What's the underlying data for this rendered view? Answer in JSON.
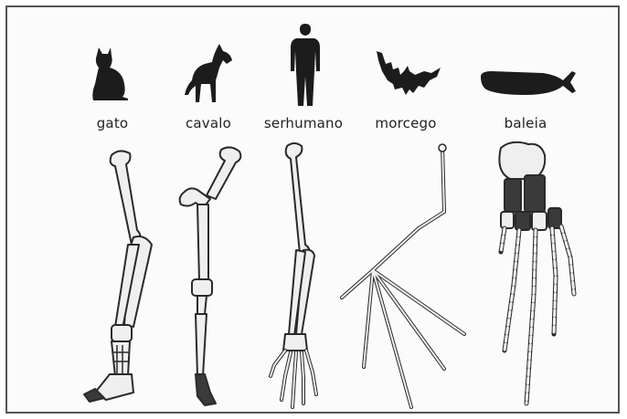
{
  "animals": [
    {
      "id": "cat",
      "label": "gato",
      "icon": "cat-silhouette-icon"
    },
    {
      "id": "horse",
      "label": "cavalo",
      "icon": "horse-silhouette-icon"
    },
    {
      "id": "human",
      "label": "serhumano",
      "icon": "human-silhouette-icon"
    },
    {
      "id": "bat",
      "label": "morcego",
      "icon": "bat-silhouette-icon"
    },
    {
      "id": "whale",
      "label": "baleia",
      "icon": "whale-silhouette-icon"
    }
  ],
  "colors": {
    "silhouette": "#1c1c1c",
    "bone_fill": "#efefef",
    "bone_stroke": "#2a2a2a",
    "bone_dark": "#3a3a3a"
  }
}
